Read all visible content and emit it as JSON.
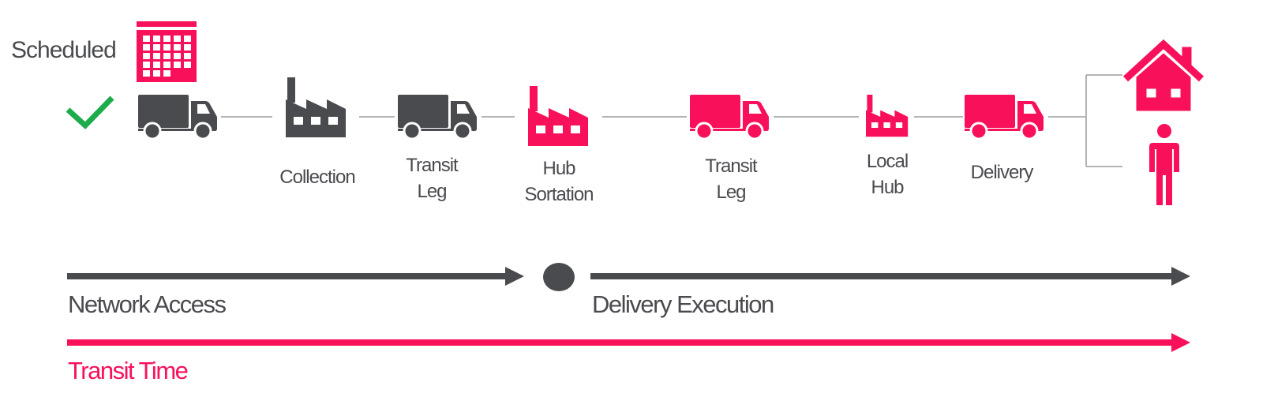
{
  "colors": {
    "dark": "#4a4b4f",
    "accent": "#f8115a",
    "check": "#1eab4c",
    "connector": "#9a9b9e"
  },
  "scheduled_label": "Scheduled",
  "steps": [
    {
      "id": "pickup-truck",
      "icon": "truck-icon",
      "label": "",
      "color": "dark"
    },
    {
      "id": "collection",
      "icon": "factory-icon",
      "label": "Collection",
      "color": "dark"
    },
    {
      "id": "transit-leg-1",
      "icon": "truck-icon",
      "label": "Transit\nLeg",
      "color": "dark"
    },
    {
      "id": "hub-sortation",
      "icon": "factory-icon",
      "label": "Hub\nSortation",
      "color": "accent"
    },
    {
      "id": "transit-leg-2",
      "icon": "truck-icon",
      "label": "Transit\nLeg",
      "color": "accent"
    },
    {
      "id": "local-hub",
      "icon": "factory-icon",
      "label": "Local\nHub",
      "color": "accent"
    },
    {
      "id": "delivery",
      "icon": "truck-icon",
      "label": "Delivery",
      "color": "accent"
    }
  ],
  "destinations": [
    {
      "icon": "house-icon",
      "color": "accent"
    },
    {
      "icon": "person-icon",
      "color": "accent"
    }
  ],
  "phases": {
    "network_access": "Network Access",
    "delivery_execution": "Delivery Execution",
    "transit_time": "Transit Time"
  }
}
